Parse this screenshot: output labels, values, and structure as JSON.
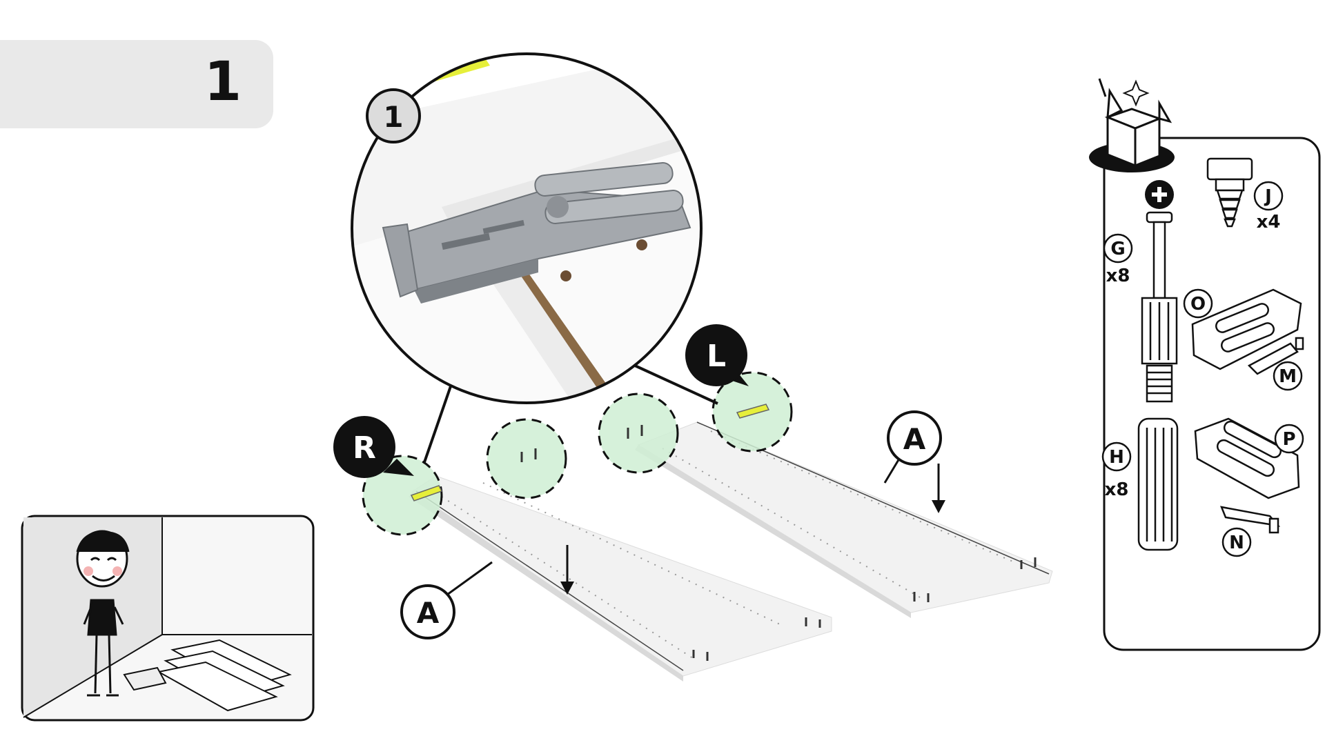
{
  "step": {
    "number": "1"
  },
  "callouts": {
    "detail": "1",
    "right": "R",
    "left": "L",
    "panel_a_left": "A",
    "panel_a_right": "A"
  },
  "parts": {
    "J": {
      "letter": "J",
      "qty": "x4"
    },
    "G": {
      "letter": "G",
      "qty": "x8"
    },
    "H": {
      "letter": "H",
      "qty": "x8"
    },
    "O": {
      "letter": "O"
    },
    "M": {
      "letter": "M"
    },
    "P": {
      "letter": "P"
    },
    "N": {
      "letter": "N"
    }
  },
  "colors": {
    "highlight_yellow": "#e6ef3a",
    "zone_green": "#cfeed3",
    "panel": "#f1f1f1",
    "metal": "#9a9ea3"
  },
  "icons": [
    "new-parts-box-icon",
    "plus-icon",
    "person-with-panels-icon"
  ]
}
